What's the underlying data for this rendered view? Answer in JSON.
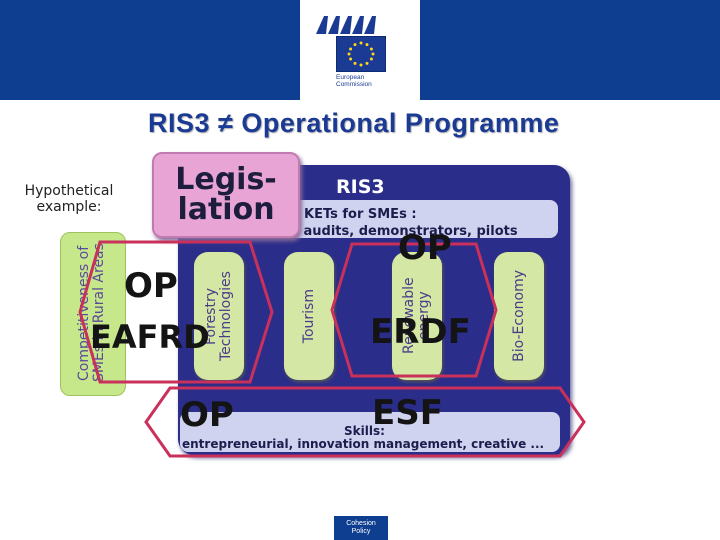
{
  "header": {
    "logo_line1": "European",
    "logo_line2": "Commission",
    "brand_color": "#0d3e8f"
  },
  "title": "RIS3 ≠ Operational Programme",
  "hypothetical": "Hypothetical example:",
  "legislation": "Legis-\nlation",
  "ris3": {
    "label": "RIS3",
    "kets": "KETs for SMEs :",
    "tech_transfer": "Tech.transfer & audits, demonstrators, pilots",
    "skills": "Skills:",
    "entrepreneurial": "entrepreneurial, innovation management, creative ..."
  },
  "columns": {
    "rural": "Competitiveness of SMEs in Rural Areas",
    "forestry": "Forestry Technologies",
    "tourism": "Tourism",
    "renewable": "Renewable energy",
    "bioeconomy": "Bio-Economy"
  },
  "ops": {
    "eafrd_op": "OP",
    "eafrd": "EAFRD",
    "erdf_op": "OP",
    "erdf": "ERDF",
    "esf_op": "OP",
    "esf": "ESF"
  },
  "footer": {
    "cohesion_line1": "Cohesion",
    "cohesion_line2": "Policy"
  },
  "colors": {
    "ris3_box": "#2b2d8a",
    "legislation": "#e8a4d4",
    "columns": "#d4e7a4",
    "bars": "#cfd3f0",
    "op_frames": "#c9305a"
  }
}
